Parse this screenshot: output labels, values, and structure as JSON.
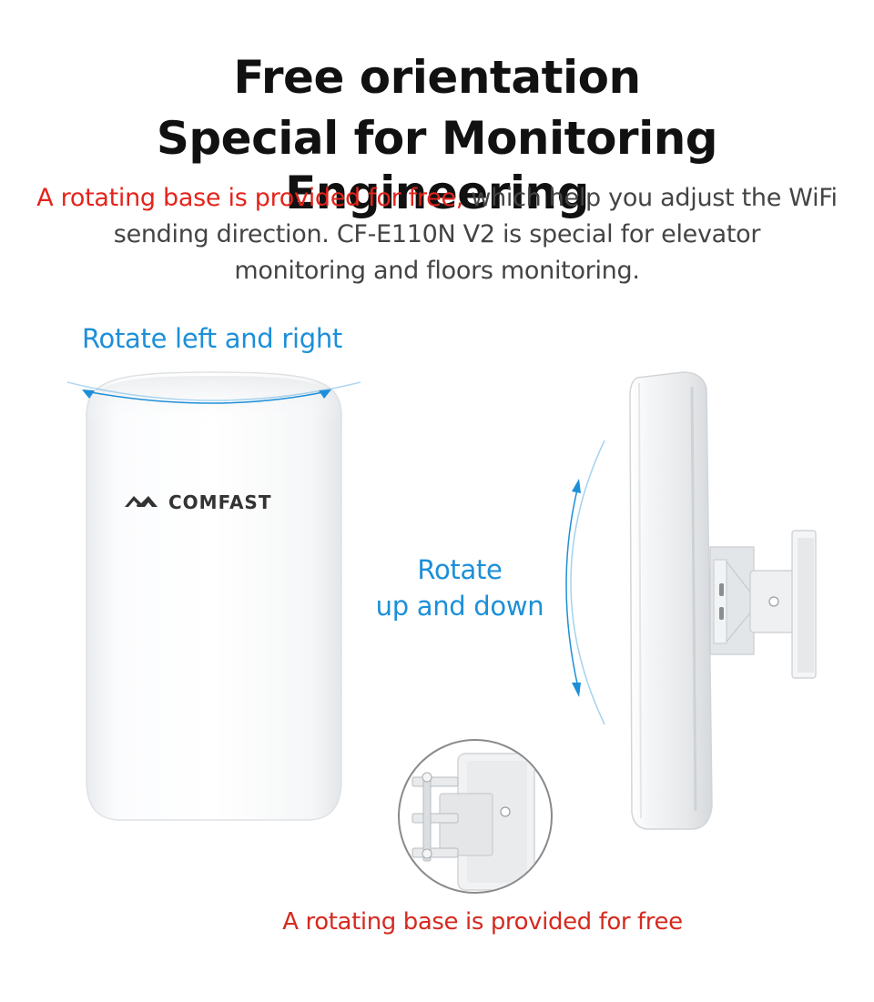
{
  "header": {
    "title_line1": "Free orientation",
    "title_line2": "Special for Monitoring Engineering"
  },
  "description": {
    "line1_highlight": "A rotating base is provided for free,",
    "line1_rest": " which help you adjust the WiFi",
    "line2": "sending direction. CF-E110N V2 is special for elevator",
    "line3": "monitoring and floors monitoring."
  },
  "labels": {
    "rotate_left_right": "Rotate left and right",
    "rotate_up_down_line1": "Rotate",
    "rotate_up_down_line2": "up and down",
    "base_caption": "A rotating base is provided for free"
  },
  "brand": {
    "logo_text": "COMFAST",
    "logo_icon": "comfast-logo-icon"
  },
  "colors": {
    "accent_red": "#e3241c",
    "accent_blue": "#1d8fd8",
    "title": "#111111",
    "body_text": "#444444"
  }
}
